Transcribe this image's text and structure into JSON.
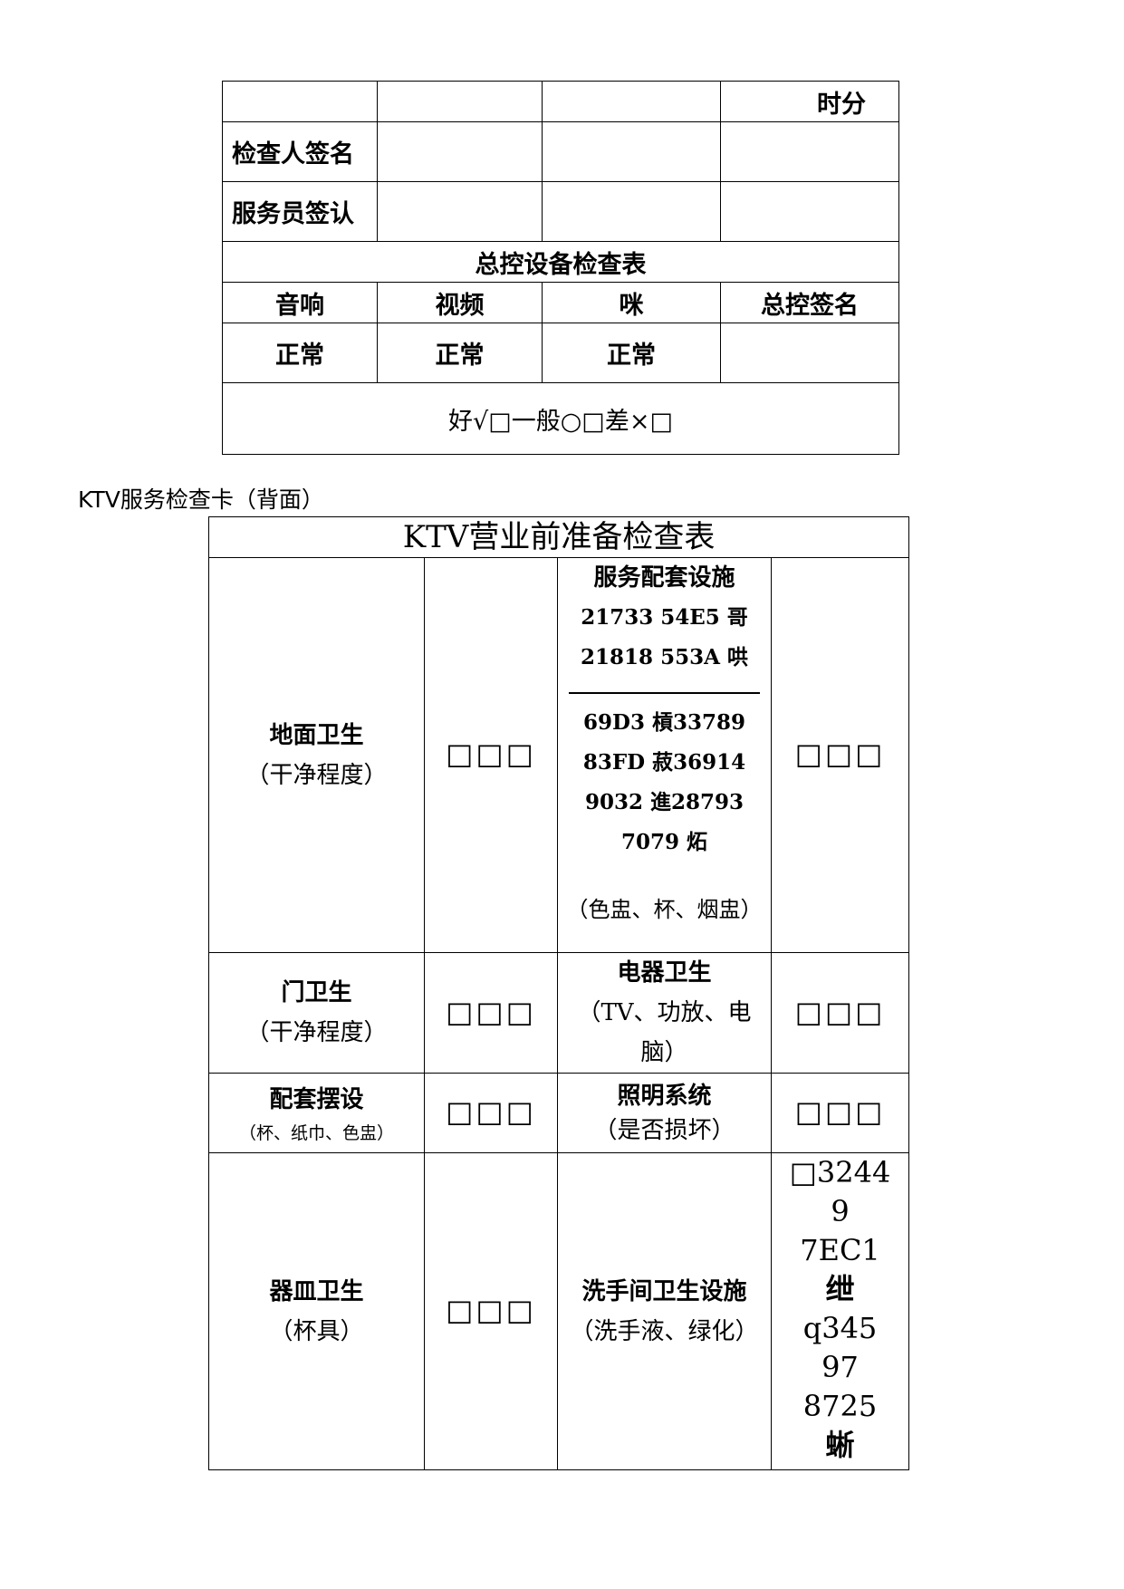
{
  "top_table": {
    "row0": {
      "c4": "时分"
    },
    "inspector_label": "检查人签名",
    "attendant_label": "服务员签认",
    "section_title": "总控设备检查表",
    "headers": [
      "音响",
      "视频",
      "咪",
      "总控签名"
    ],
    "values": [
      "正常",
      "正常",
      "正常",
      ""
    ],
    "legend": "好√□一般○□差×□"
  },
  "caption": "KTV服务检查卡（背面）",
  "ktv_table": {
    "title": "KTV营业前准备检查表",
    "box_group": "□□□",
    "rows": [
      {
        "left_label": "地面卫生",
        "left_sub": "（干净程度）",
        "right_label": "服务配套设施",
        "right_lines_a": [
          "21733 54E5 哥",
          "21818 553A 哄"
        ],
        "right_lines_b": [
          "69D3 槓33789",
          "83FD 菽36914",
          "9032 進28793",
          "7079 炻"
        ],
        "right_sub": "（色盅、杯、烟盅）"
      },
      {
        "left_label": "门卫生",
        "left_sub": "（干净程度）",
        "right_label": "电器卫生",
        "right_sub": "（TV、功放、电脑）"
      },
      {
        "left_label": "配套摆设",
        "left_sub": "（杯、纸巾、色盅）",
        "right_label": "照明系统",
        "right_sub": "（是否损坏）"
      },
      {
        "left_label": "器皿卫生",
        "left_sub": "（杯具）",
        "right_label": "洗手间卫生设施",
        "right_sub": "（洗手液、绿化）",
        "last_cell_lines": [
          "□3244",
          "9",
          "7EC1",
          "绁",
          "q345",
          "97",
          "8725",
          "蜥"
        ]
      }
    ]
  }
}
